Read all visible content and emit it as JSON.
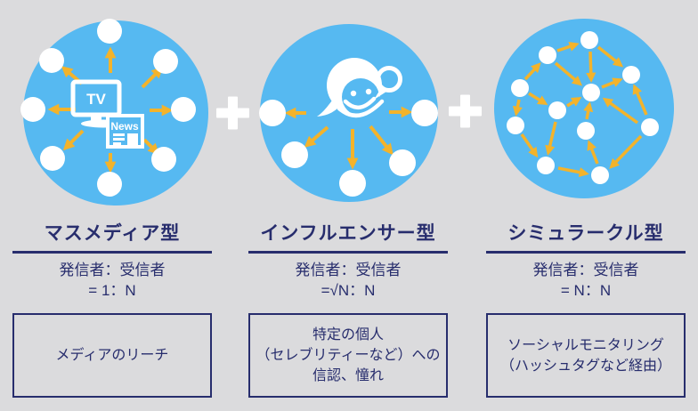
{
  "colors": {
    "background": "#DBDBDD",
    "circle_blue": "#56B9F1",
    "arrow_yellow": "#F3B32B",
    "text_navy": "#272D6D",
    "node_white": "#FFFFFF"
  },
  "separator": {
    "plus": "+"
  },
  "icons": {
    "tv_label": "TV",
    "news_label": "News"
  },
  "columns": [
    {
      "title": "マスメディア型",
      "ratio_label": "発信者：受信者",
      "ratio_value": "= 1：N",
      "box_lines": [
        "メディアのリーチ"
      ],
      "diagram_note": "mass media (TV, newspaper) broadcasting outward to 8 receiver nodes"
    },
    {
      "title": "インフルエンサー型",
      "ratio_label": "発信者：受信者",
      "ratio_value": "=√N：N",
      "box_lines": [
        "特定の個人",
        "（セレブリティーなど）への",
        "信認、憧れ"
      ],
      "diagram_note": "influencer persona sending messages to 5 receiver nodes"
    },
    {
      "title": "シミュラークル型",
      "ratio_label": "発信者：受信者",
      "ratio_value": "= N：N",
      "box_lines": [
        "ソーシャルモニタリング",
        "（ハッシュタグなど経由）"
      ],
      "diagram_note": "mesh network of 11 nodes exchanging messages in all directions"
    }
  ]
}
